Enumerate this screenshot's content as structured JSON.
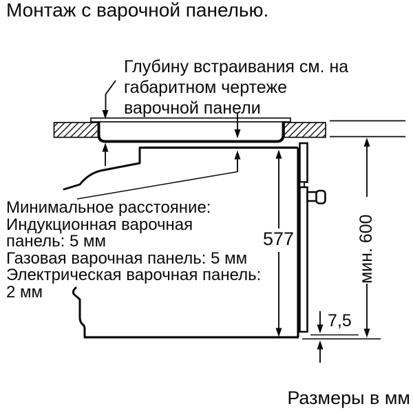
{
  "title": "Монтаж с варочной панелью.",
  "footer": "Размеры в мм",
  "notes": {
    "depth": "Глубину встраивания см. на\nгабаритном чертеже\nварочной панели",
    "min_distance": "Минимальное расстояние:\nИндукционная варочная\nпанель: 5 мм\nГазовая варочная панель: 5 мм\nЭлектрическая варочная панель:\n2 мм"
  },
  "dimensions": {
    "oven_height_mm": "577",
    "niche_height": "мин. 600",
    "bottom_gap_mm": "7,5"
  },
  "colors": {
    "line": "#0a0a0a",
    "background": "#ffffff"
  },
  "diagram": {
    "kind": "oven-installation-cross-section",
    "components": [
      "countertop",
      "hob",
      "oven",
      "oven-door",
      "door-handle"
    ]
  }
}
